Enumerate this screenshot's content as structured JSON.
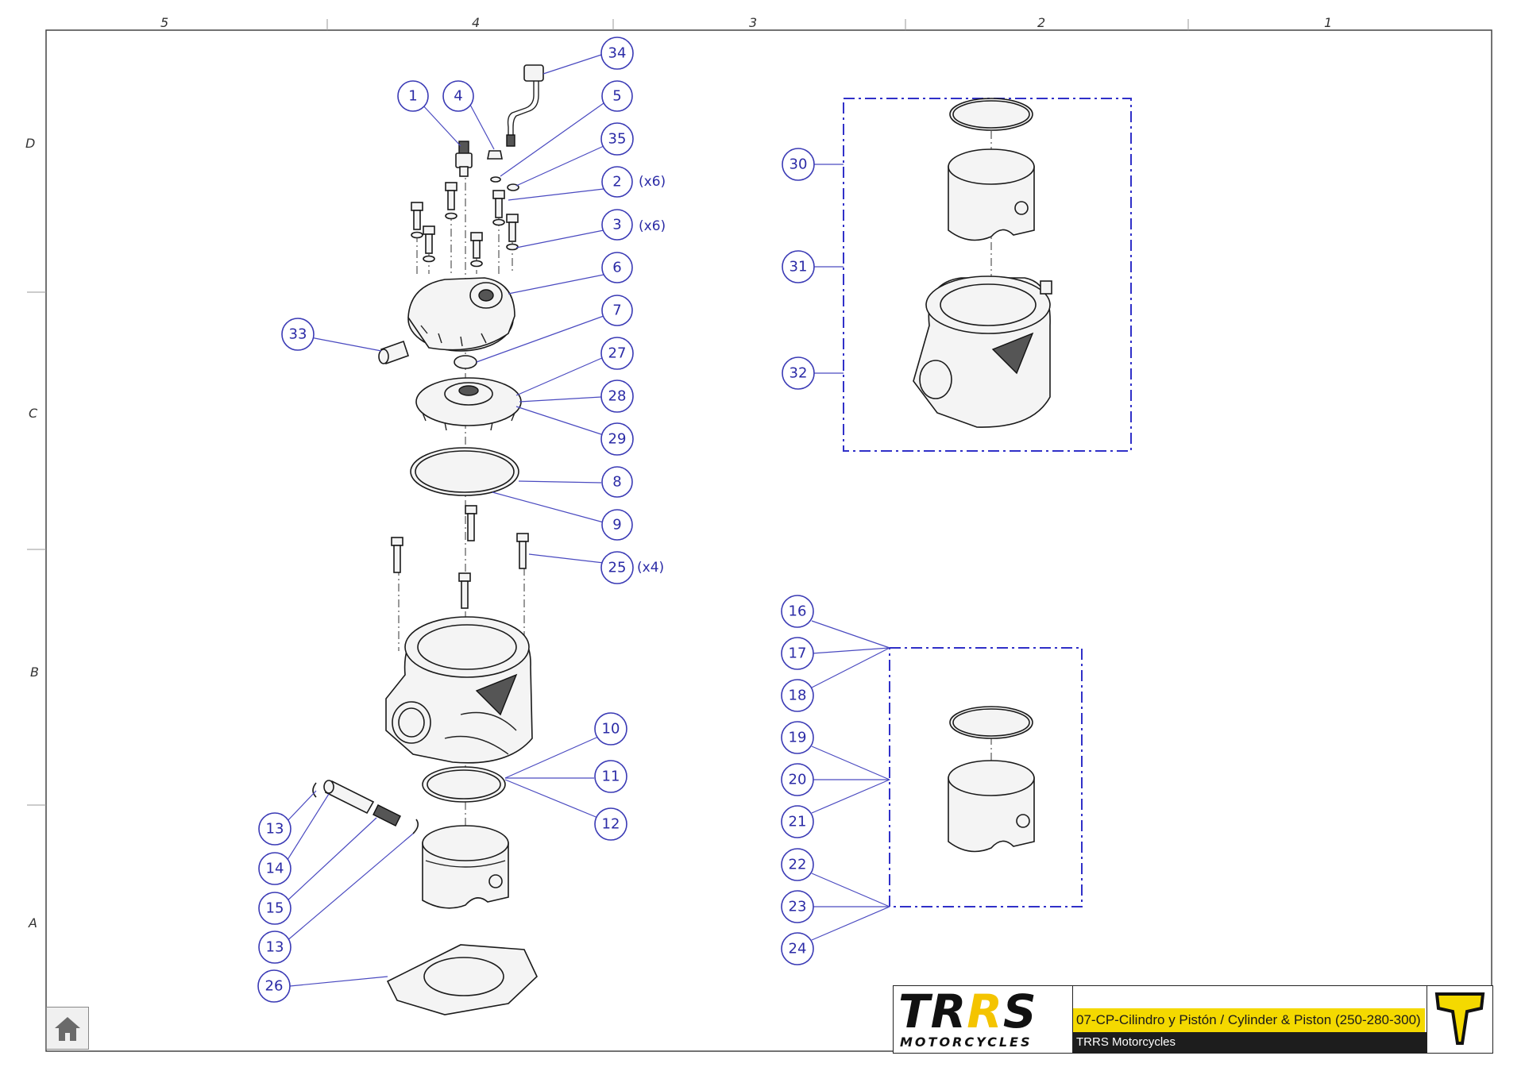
{
  "frame": {
    "column_labels": [
      "5",
      "4",
      "3",
      "2",
      "1"
    ],
    "row_labels": [
      "D",
      "C",
      "B",
      "A"
    ]
  },
  "callouts": {
    "c1": "1",
    "c2": "2",
    "c3": "3",
    "c4": "4",
    "c5": "5",
    "c6": "6",
    "c7": "7",
    "c8": "8",
    "c9": "9",
    "c10": "10",
    "c11": "11",
    "c12": "12",
    "c13a": "13",
    "c13b": "13",
    "c14": "14",
    "c15": "15",
    "c16": "16",
    "c17": "17",
    "c18": "18",
    "c19": "19",
    "c20": "20",
    "c21": "21",
    "c22": "22",
    "c23": "23",
    "c24": "24",
    "c25": "25",
    "c26": "26",
    "c27": "27",
    "c28": "28",
    "c29": "29",
    "c30": "30",
    "c31": "31",
    "c32": "32",
    "c33": "33",
    "c34": "34",
    "c35": "35"
  },
  "quantities": {
    "q2": "(x6)",
    "q3": "(x6)",
    "q25": "(x4)"
  },
  "title_block": {
    "logo_t": "T",
    "logo_r": "R",
    "logo_r2": "R",
    "logo_s": "S",
    "logo_sub": "MOTORCYCLES",
    "drawing_title": "07-CP-Cilindro y Pistón / Cylinder & Piston (250-280-300)",
    "company": "TRRS Motorcycles"
  },
  "colors": {
    "callout_blue": "#2b2ba6",
    "kit_box_blue": "#3030c8",
    "brand_yellow": "#f4d900",
    "title_dark": "#1d1d1d"
  },
  "icons": {
    "home": "home-icon",
    "emblem": "trrs-emblem-icon"
  }
}
